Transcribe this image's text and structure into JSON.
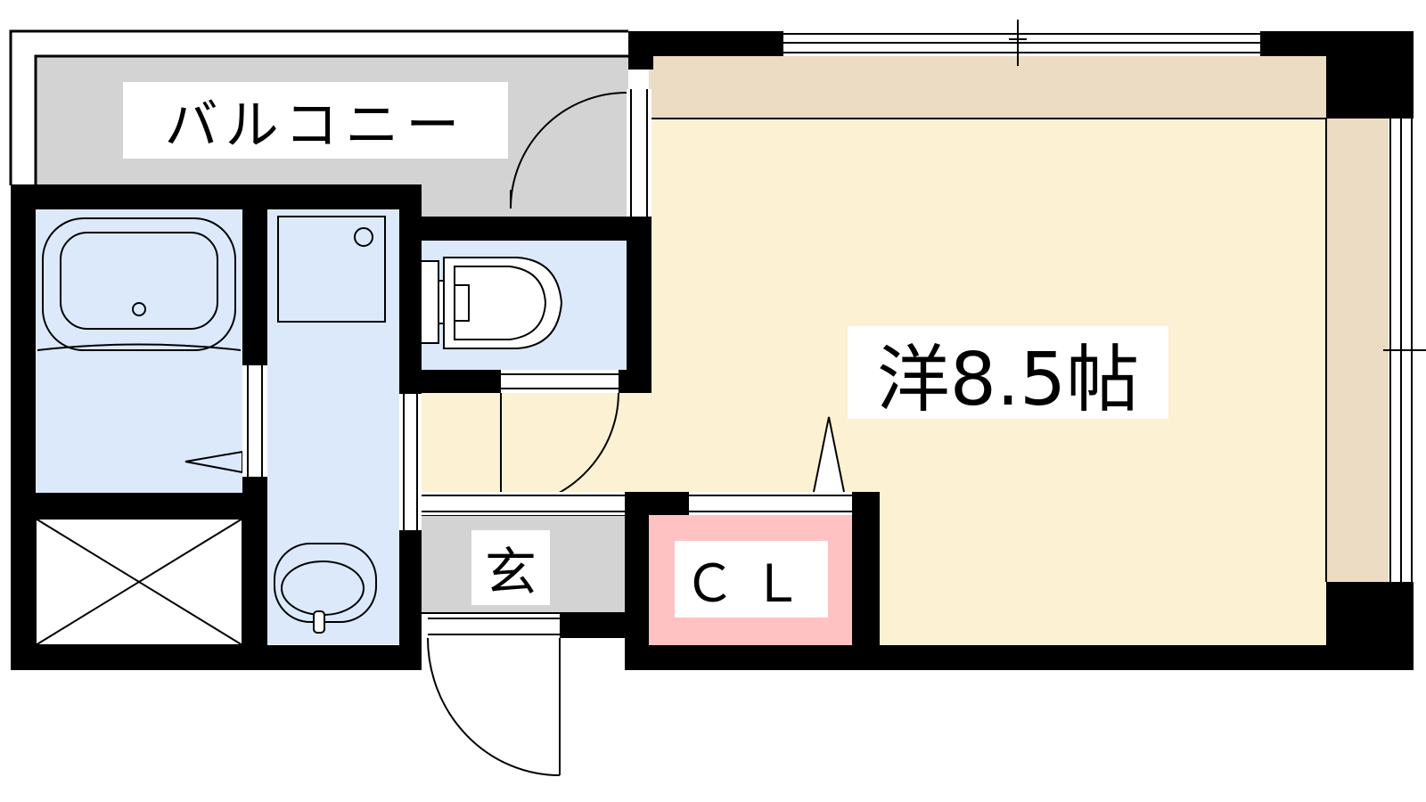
{
  "labels": {
    "balcony": "バルコニー",
    "room": "洋8.5帖",
    "entrance": "玄",
    "closet": "ＣＬ"
  },
  "colors": {
    "wall": "#000000",
    "room": "#fdf1d3",
    "balcony_floor": "#d3d3d3",
    "wet_area": "#dbe9fb",
    "entrance_floor": "#d3d3d3",
    "closet": "#ffc2c2",
    "window_margin": "#ecdcc3"
  }
}
